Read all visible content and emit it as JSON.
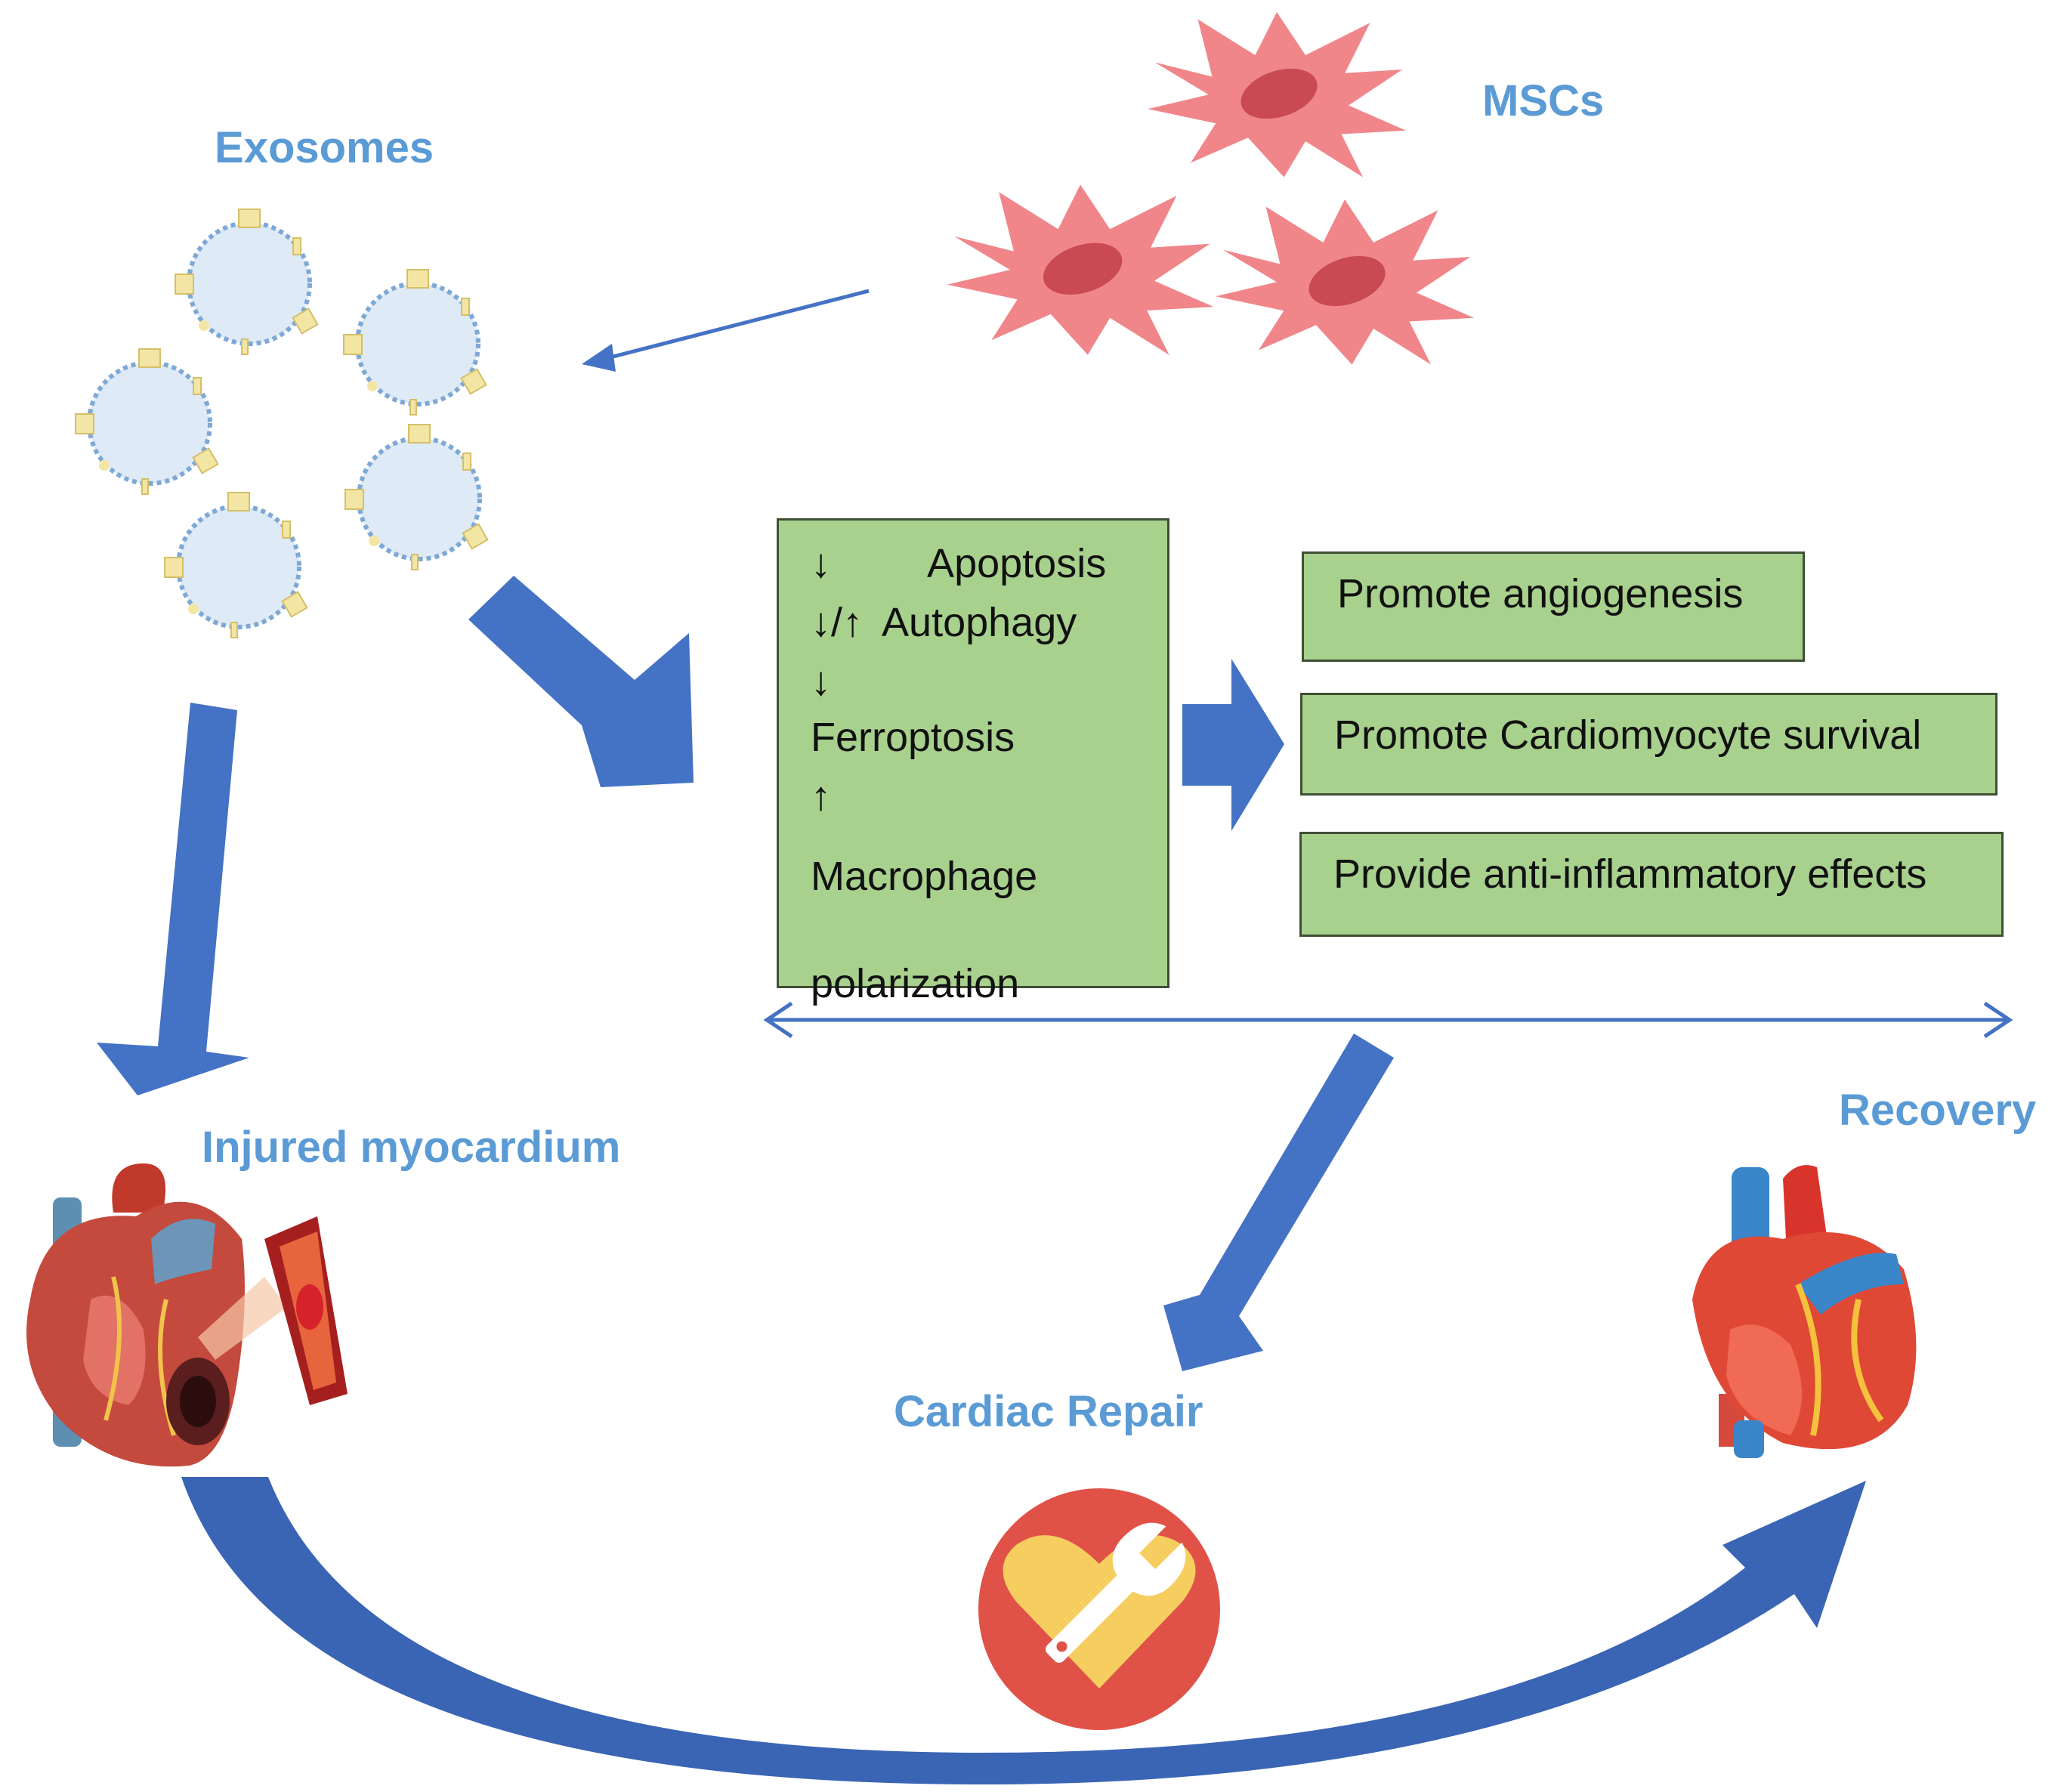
{
  "labels": {
    "exosomes": "Exosomes",
    "mscs": "MSCs",
    "injured": "Injured myocardium",
    "recovery": "Recovery",
    "repair": "Cardiac Repair"
  },
  "mechanisms": [
    {
      "arrow": "↓",
      "text": "Apoptosis"
    },
    {
      "arrow": "↓/↑",
      "text": "Autophagy"
    },
    {
      "arrow": "↓",
      "text": "Ferroptosis"
    },
    {
      "arrow": "↑",
      "text": "Macrophage polarization"
    }
  ],
  "effects": [
    "Promote angiogenesis",
    "Promote Cardiomyocyte survival",
    "Provide anti-inflammatory effects"
  ],
  "colors": {
    "label_blue": "#5b9bd5",
    "arrow_blue": "#4472c4",
    "box_green": "#a9d18e",
    "cell_pink": "#f0868a",
    "nucleus": "#c94a52",
    "exosome_fill": "#deeaf6"
  },
  "icons": [
    "msc-cell-icon",
    "exosome-icon",
    "injured-heart-icon",
    "healthy-heart-icon",
    "heart-wrench-icon"
  ]
}
